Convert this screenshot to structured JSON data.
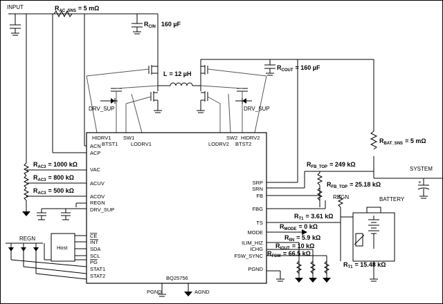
{
  "labels": {
    "input": "INPUT",
    "system": "SYSTEM",
    "battery": "BATTERY",
    "regn_left": "REGN",
    "regn_right": "REGN",
    "host": "Host",
    "drv_sup_left": "DRV_SUP",
    "drv_sup_right": "DRV_SUP",
    "pgnd_bottom": "PGND",
    "agnd_bottom": "AGND"
  },
  "chip": {
    "part": "BQ25756",
    "top_pins": [
      "HIDRV1",
      "BTST1",
      "SW1",
      "LODRV1",
      "LODRV2",
      "SW2",
      "BTST2",
      "HIDRV2"
    ],
    "left_pins": [
      "ACN",
      "ACP",
      "VAC",
      "ACUV",
      "ACOV",
      "REGN",
      "DRV_SUP",
      "CE",
      "INT",
      "SDA",
      "SCL",
      "PG",
      "STAT1",
      "STAT2"
    ],
    "right_pins": [
      "SRP",
      "SRN",
      "FB",
      "FBG",
      "TS",
      "MODE",
      "ILIM_HIZ",
      "ICHG",
      "FSW_SYNC",
      "PGND"
    ]
  },
  "components": {
    "rac_sns": {
      "name": "R",
      "sub": "AC_SNS",
      "value": "= 5 mΩ"
    },
    "rcin": {
      "name": "R",
      "sub": "CIN",
      "value": "160 µF"
    },
    "rcout": {
      "name": "R",
      "sub": "COUT",
      "value": "= 160 µF"
    },
    "inductor": {
      "name": "L",
      "value": "=  12 µH"
    },
    "rbat_sns": {
      "name": "R",
      "sub": "BAT_SNS",
      "value": "=  5 mΩ"
    },
    "rac3_1": {
      "name": "R",
      "sub": "AC3",
      "value": "=   1000 kΩ"
    },
    "rac3_2": {
      "name": "R",
      "sub": "AC3",
      "value": "=   800 kΩ"
    },
    "rac3_3": {
      "name": "R",
      "sub": "AC3",
      "value": "=   500 kΩ"
    },
    "rfb_top_1": {
      "name": "R",
      "sub": "FB_TOP",
      "value": "=  249 kΩ"
    },
    "rfb_top_2": {
      "name": "R",
      "sub": "FB_TOP",
      "value": "=  25.18 kΩ"
    },
    "rt1_top": {
      "name": "R",
      "sub": "T1",
      "value": "=   3.61 kΩ"
    },
    "rmode": {
      "name": "R",
      "sub": "MODE",
      "value": "= 0 kΩ"
    },
    "riin": {
      "name": "R",
      "sub": "IIN",
      "value": "= 5.9 kΩ"
    },
    "riout": {
      "name": "R",
      "sub": "IOUT",
      "value": "= 10 kΩ"
    },
    "rfsw": {
      "name": "R",
      "sub": "FSW",
      "value": "= 66.5 kΩ"
    },
    "rt1_bottom": {
      "name": "R",
      "sub": "T1",
      "value": "= 15.48 kΩ"
    }
  }
}
